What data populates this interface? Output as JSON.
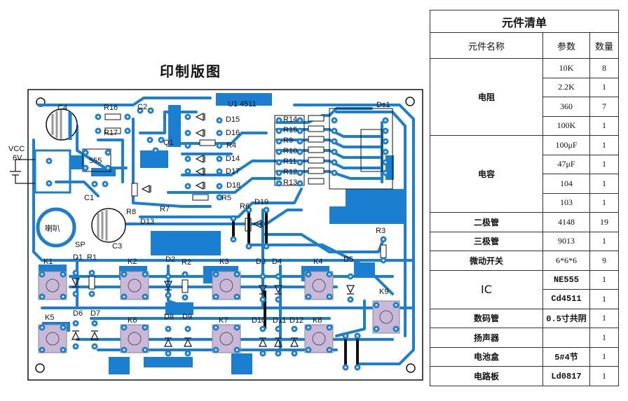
{
  "pcb": {
    "title": "印制版图",
    "vcc_label": "VCC",
    "voltage_label": "6V",
    "components": [
      "C4",
      "R16",
      "C2",
      "R17",
      "555",
      "C1",
      "R8",
      "R7",
      "D13",
      "Q1",
      "U1 4511",
      "Ds1",
      "D15",
      "D16",
      "R4",
      "D14",
      "D17",
      "D18",
      "R5",
      "R6",
      "D19",
      "R14",
      "R15",
      "R9",
      "R10",
      "R11",
      "R12",
      "R13",
      "R3",
      "喇叭",
      "SP",
      "C3",
      "K1",
      "D1",
      "R1",
      "K2",
      "D2",
      "R2",
      "K3",
      "D3",
      "D4",
      "K4",
      "D5",
      "K9",
      "K5",
      "D6",
      "D7",
      "K6",
      "D8",
      "D9",
      "K7",
      "D10",
      "D11",
      "D12",
      "K8"
    ]
  },
  "bom": {
    "title": "元件清单",
    "headers": [
      "元件名称",
      "参数",
      "数量"
    ],
    "rows": [
      {
        "name": "电阻",
        "items": [
          [
            "10K",
            "8"
          ],
          [
            "2.2K",
            "1"
          ],
          [
            "360",
            "7"
          ],
          [
            "100K",
            "1"
          ]
        ]
      },
      {
        "name": "电容",
        "items": [
          [
            "100μF",
            "1"
          ],
          [
            "47μF",
            "1"
          ],
          [
            "104",
            "1"
          ],
          [
            "103",
            "1"
          ]
        ]
      },
      {
        "name": "二极管",
        "items": [
          [
            "4148",
            "19"
          ]
        ]
      },
      {
        "name": "三极管",
        "items": [
          [
            "9013",
            "1"
          ]
        ]
      },
      {
        "name": "微动开关",
        "items": [
          [
            "6*6*6",
            "9"
          ]
        ]
      },
      {
        "name": "IC",
        "items": [
          [
            "NE555",
            "1"
          ],
          [
            "Cd4511",
            "1"
          ]
        ]
      },
      {
        "name": "数码管",
        "items": [
          [
            "0.5寸共阴",
            "1"
          ]
        ]
      },
      {
        "name": "扬声器",
        "items": [
          [
            "",
            "1"
          ]
        ]
      },
      {
        "name": "电池盒",
        "items": [
          [
            "5#4节",
            "1"
          ]
        ]
      },
      {
        "name": "电路板",
        "items": [
          [
            "Ld0817",
            "1"
          ]
        ]
      }
    ]
  }
}
